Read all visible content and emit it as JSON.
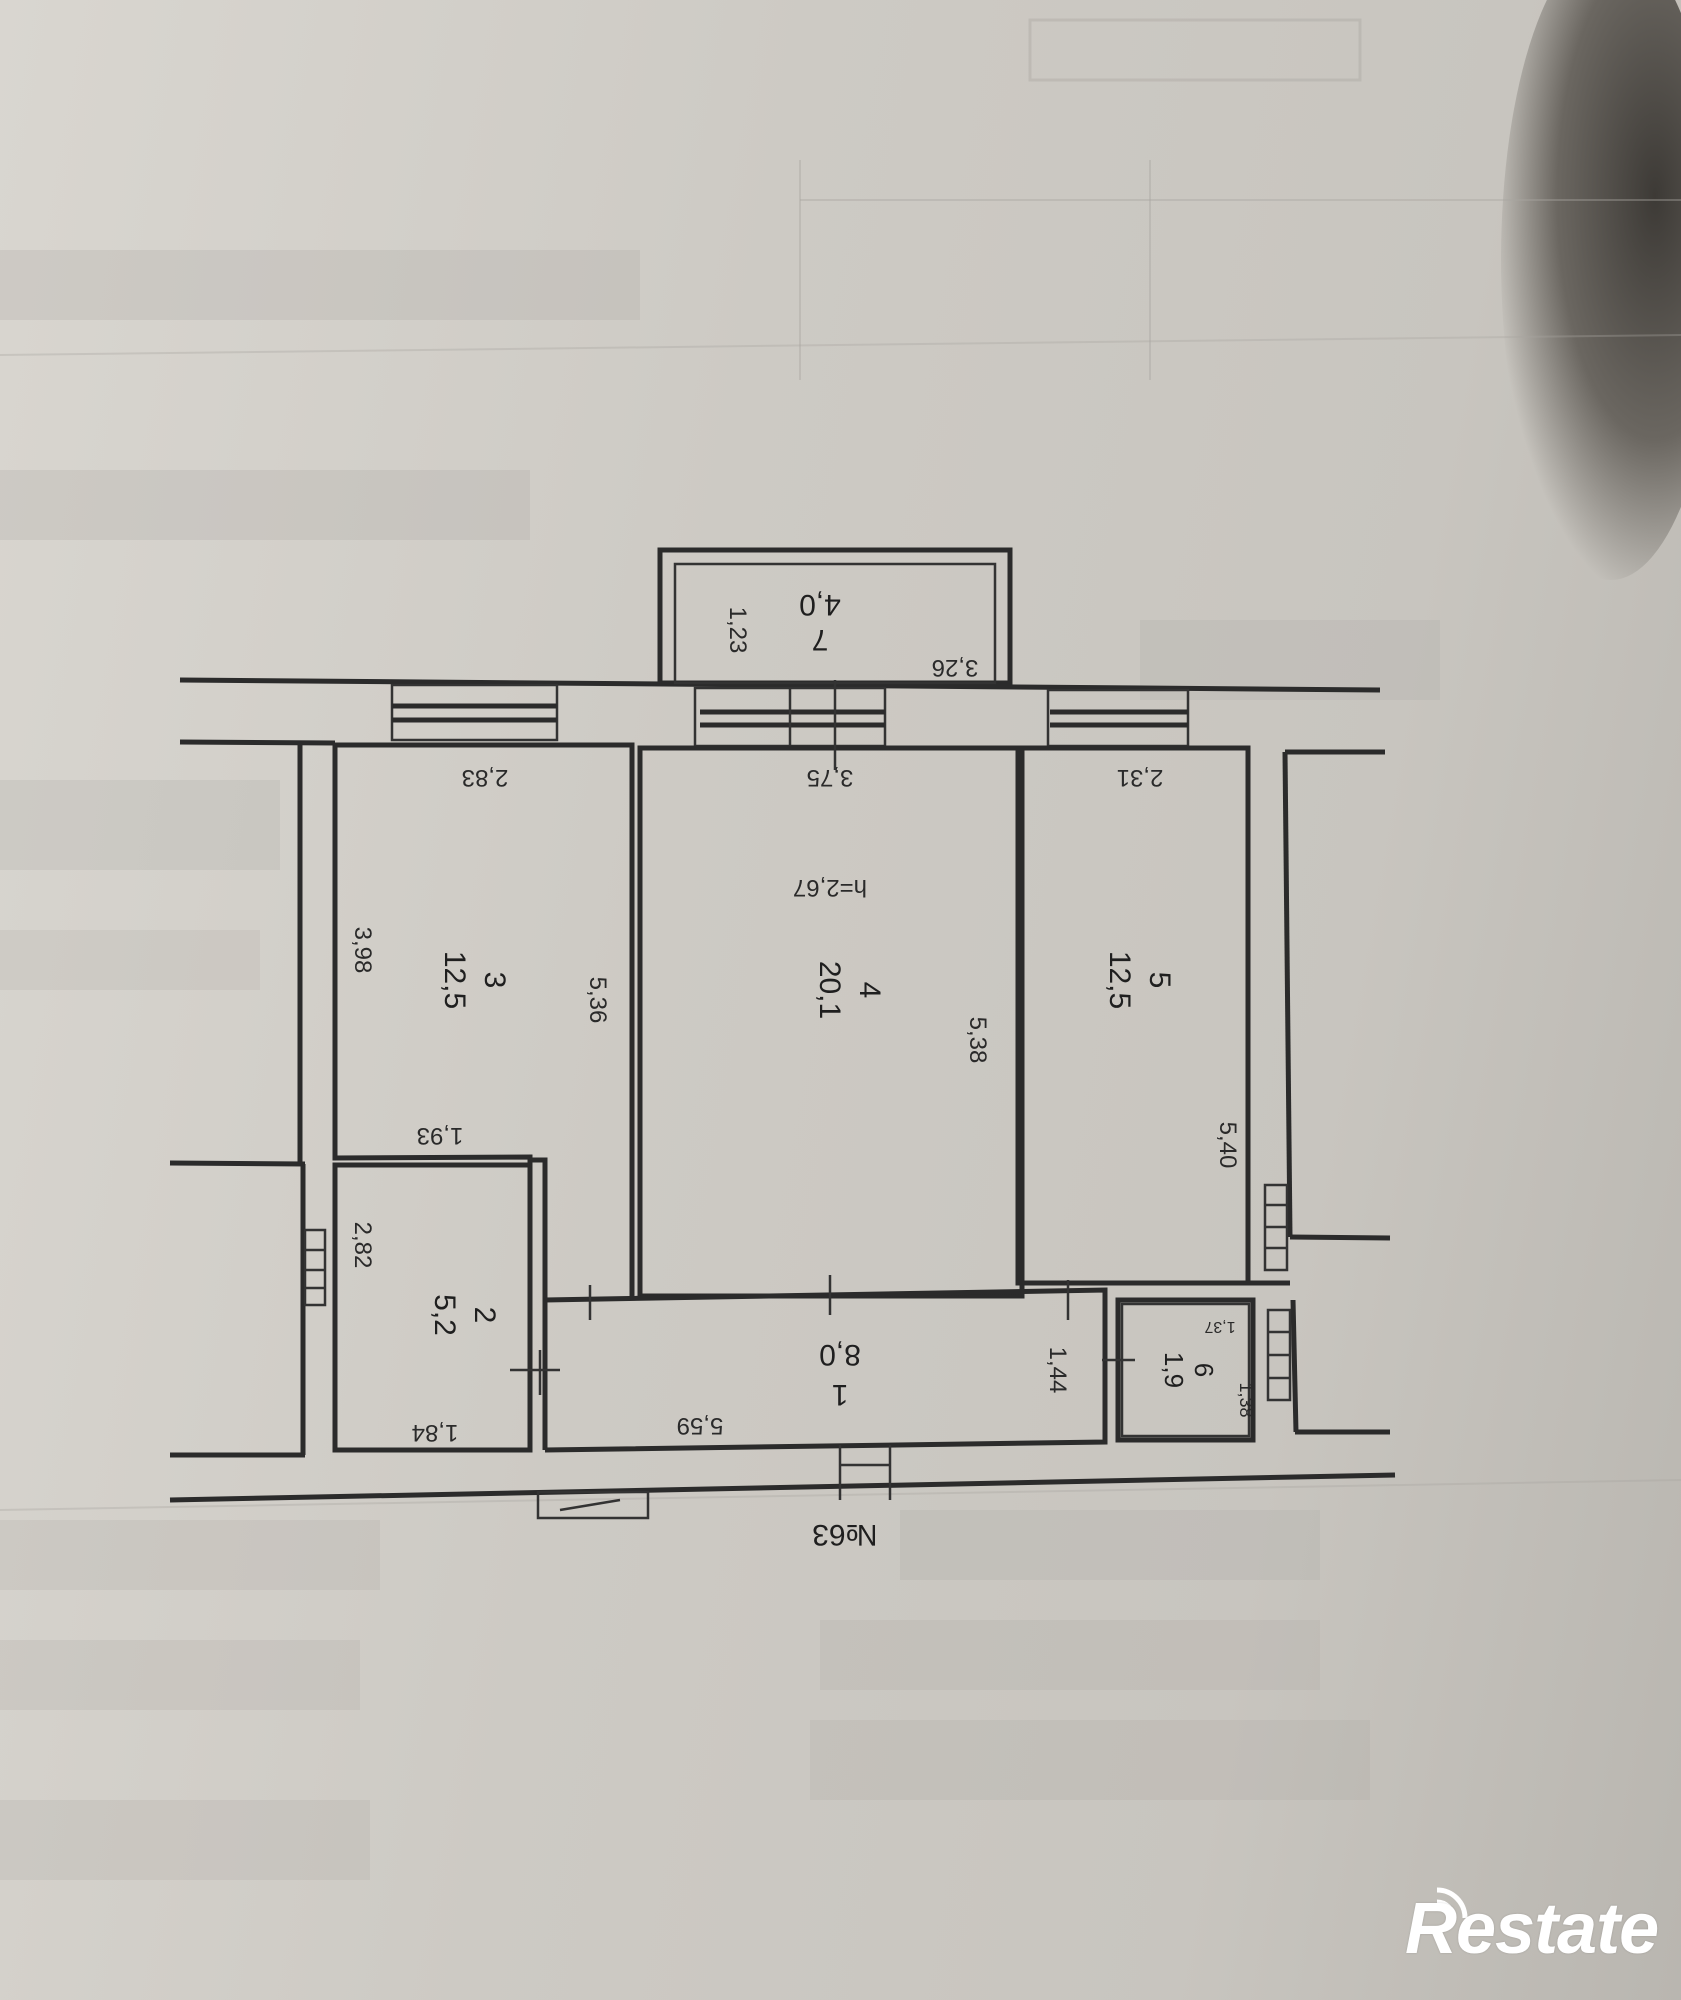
{
  "plan": {
    "room_7": {
      "number": "7",
      "area": "4,0",
      "width": "3,26",
      "depth": "1,23"
    },
    "room_3": {
      "number": "3",
      "area": "12,5",
      "dims": [
        "2,83",
        "3,98",
        "5,36",
        "1,93"
      ]
    },
    "room_4": {
      "number": "4",
      "area": "20,1",
      "height": "h=2,67",
      "dims": [
        "3,75",
        "5,38"
      ]
    },
    "room_5": {
      "number": "5",
      "area": "12,5",
      "dims": [
        "2,31",
        "5,40"
      ]
    },
    "room_2": {
      "number": "2",
      "area": "5,2",
      "dims": [
        "2,82",
        "1,84"
      ]
    },
    "room_1": {
      "number": "1",
      "area": "8,0",
      "dims": [
        "5,59",
        "1,44"
      ]
    },
    "room_6": {
      "number": "6",
      "area": "1,9",
      "dims": [
        "1,37",
        "1,38"
      ]
    },
    "entrance": "№63"
  },
  "watermark": {
    "logo": "Restate",
    "color": "#ffffff"
  }
}
